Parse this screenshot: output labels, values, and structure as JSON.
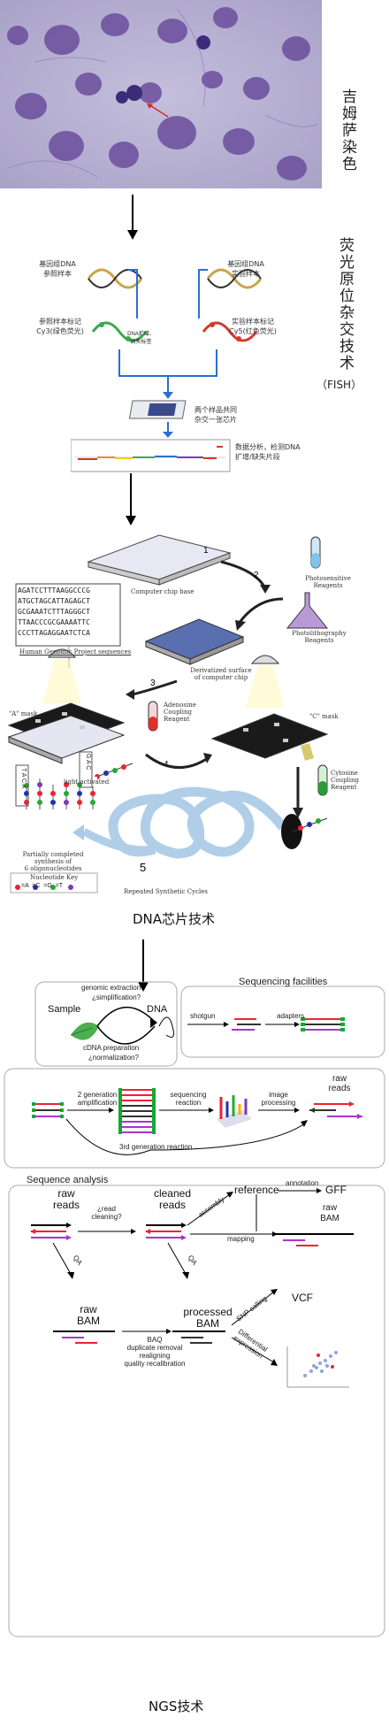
{
  "giemsa": {
    "label": "吉姆萨染色"
  },
  "fish": {
    "label": "荧光原位杂交技术",
    "label_sub": "（FISH）",
    "genomic_ref": "基因组DNA\n参照样本",
    "genomic_test": "基因组DNA\n实验样本",
    "ref_label": "参照样本标记\nCy3(绿色荧光)",
    "test_label": "实验样本标记\nCy5(红色荧光)",
    "middle_label": "DNA扩增、\n缺失标签",
    "hybridize": "两个样品共同\n杂交一张芯片",
    "analysis": "数据分析，检测DNA\n扩增/缺失片段"
  },
  "chip": {
    "title": "DNA芯片技术",
    "computer_chip_base": "Computer chip base",
    "photosensitive": "Photosensitive\nReagents",
    "photolithography": "Photolithography\nReagents",
    "derivatized": "Derivatized surface\nof computer chip",
    "hgp": "Human Genomic Project sequences",
    "seq_lines": [
      "AGATCCTTTAAGGCCCG",
      "ATGCTAGCATTAGAGCT",
      "GCGAAATCTTTAGGGCT",
      "TTAACCCGCGAAAATTC",
      "CCCTTAGAGGAATCTCA"
    ],
    "a_mask": "\"A\" mask",
    "c_mask": "\"C\" mask",
    "light_activated": "light activated",
    "adenosine": "Adenosine\nCoupling\nReagent",
    "cytosine": "Cytosine\nCoupling\nReagent",
    "partially": "Partially completed\nsynthesis of\n6 oligonucleotides",
    "repeated": "Repeated Synthetic Cycles",
    "nucleotide_key": "Nucleotide Key",
    "key_items": "=A  =C  =G  =T",
    "steps": [
      "1",
      "2",
      "3",
      "4",
      "5"
    ],
    "col_letters_left": "T A C A",
    "col_letters_right": "G A C"
  },
  "ngs": {
    "title": "NGS技术",
    "sequencing_facilities": "Sequencing facilities",
    "sample": "Sample",
    "dna": "DNA",
    "genomic_extraction": "genomic extraction",
    "simplification": "¿simplification?",
    "cdna_prep": "cDNA preparation",
    "normalization": "¿normalization?",
    "shotgun": "shotgun",
    "adapters": "adapters",
    "gen2": "2 generation\namplification",
    "seq_reaction": "sequencing\nreaction",
    "image_processing": "image\nprocessing",
    "raw_reads": "raw\nreads",
    "gen3": "3rd generation reaction",
    "sequence_analysis": "Sequence analysis",
    "read_cleaning": "¿read\ncleaning?",
    "cleaned_reads": "cleaned\nreads",
    "assembly": "assembly",
    "reference": "reference",
    "annotation": "annotation",
    "gff": "GFF",
    "mapping": "mapping",
    "raw_bam": "raw\nBAM",
    "qa": "QA",
    "baq": "BAQ\nduplicate removal\nrealigning\nquality recalibration",
    "processed_bam": "processed\nBAM",
    "snp_calling": "SNP calling",
    "vcf": "VCF",
    "diff_expr": "Differential\nexpression"
  }
}
